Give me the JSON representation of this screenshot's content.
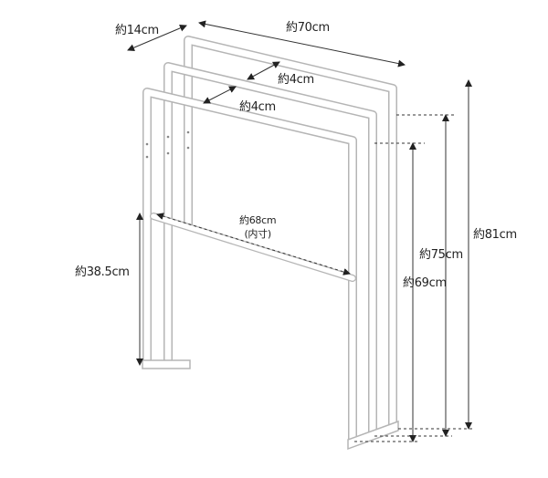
{
  "dimensions": {
    "depth": "約14cm",
    "width": "約70cm",
    "gap_back": "約4cm",
    "gap_front": "約4cm",
    "inner_width": "約68cm",
    "inner_width_note": "(内寸)",
    "lower_bar_height": "約38.5cm",
    "height_back": "約81cm",
    "height_middle": "約75cm",
    "height_front": "約69cm"
  },
  "colors": {
    "frame_fill": "#ffffff",
    "frame_edge": "#b5b5b5",
    "dimension_line": "#333333"
  }
}
